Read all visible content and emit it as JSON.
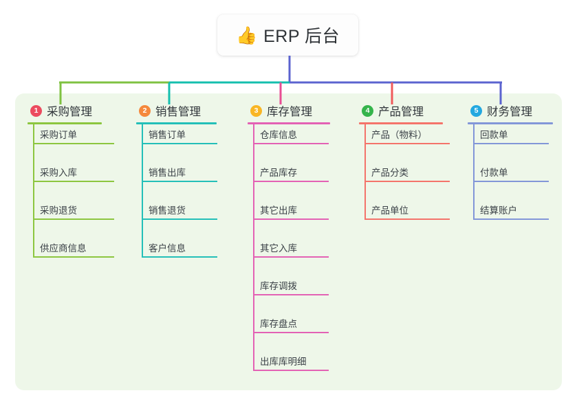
{
  "diagram": {
    "type": "mind-map",
    "root": {
      "icon": "thumbs-up-icon",
      "emoji": "👍",
      "label": "ERP 后台"
    },
    "panel_color": "#eef7e9",
    "branches": [
      {
        "number": "1",
        "label": "采购管理",
        "badge_color": "#ec4b5f",
        "line_color": "#8cc63f",
        "bus_color": "#7fc241",
        "items": [
          "采购订单",
          "采购入库",
          "采购退货",
          "供应商信息"
        ]
      },
      {
        "number": "2",
        "label": "销售管理",
        "badge_color": "#f5883c",
        "line_color": "#23bfb8",
        "bus_color": "#14bfae",
        "items": [
          "销售订单",
          "销售出库",
          "销售退货",
          "客户信息"
        ]
      },
      {
        "number": "3",
        "label": "库存管理",
        "badge_color": "#f9b625",
        "line_color": "#e361b4",
        "bus_color": "#e84d94",
        "items": [
          "仓库信息",
          "产品库存",
          "其它出库",
          "其它入库",
          "库存调拨",
          "库存盘点",
          "出库库明细"
        ]
      },
      {
        "number": "4",
        "label": "产品管理",
        "badge_color": "#35b44b",
        "line_color": "#f4736a",
        "bus_color": "#f05a5a",
        "items": [
          "产品（物料）",
          "产品分类",
          "产品单位"
        ]
      },
      {
        "number": "5",
        "label": "财务管理",
        "badge_color": "#23a8e0",
        "line_color": "#8296d8",
        "bus_color": "#5b63cf",
        "items": [
          "回款单",
          "付款单",
          "结算账户"
        ]
      }
    ]
  }
}
